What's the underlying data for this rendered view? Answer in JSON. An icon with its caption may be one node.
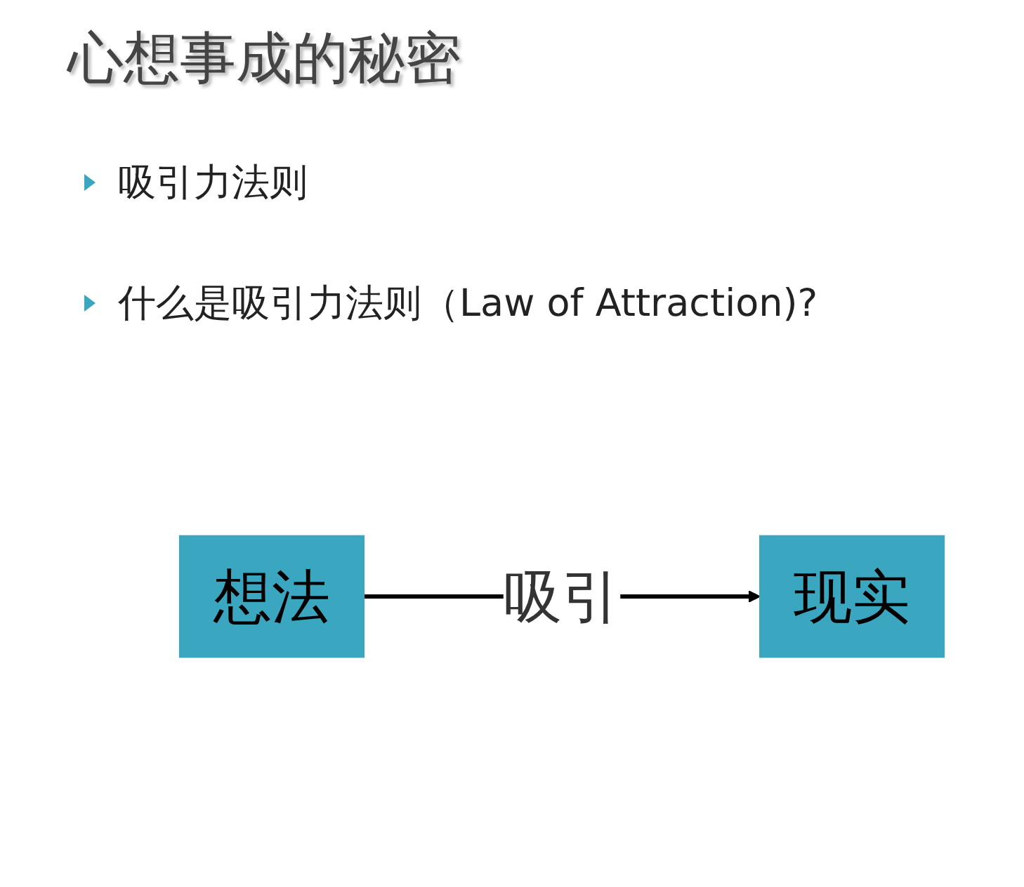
{
  "diagram": {
    "title": "心想事成的秘密",
    "nodes": [
      {
        "text": [
          "想法"
        ]
      },
      {
        "text": [
          "现实"
        ]
      }
    ],
    "edges": [
      {
        "from": 0,
        "to": 1,
        "label": "吸引",
        "arrow": "to"
      }
    ],
    "labels": [
      "吸引力法则",
      "什么是吸引力法则（Law of Attraction)?"
    ]
  }
}
